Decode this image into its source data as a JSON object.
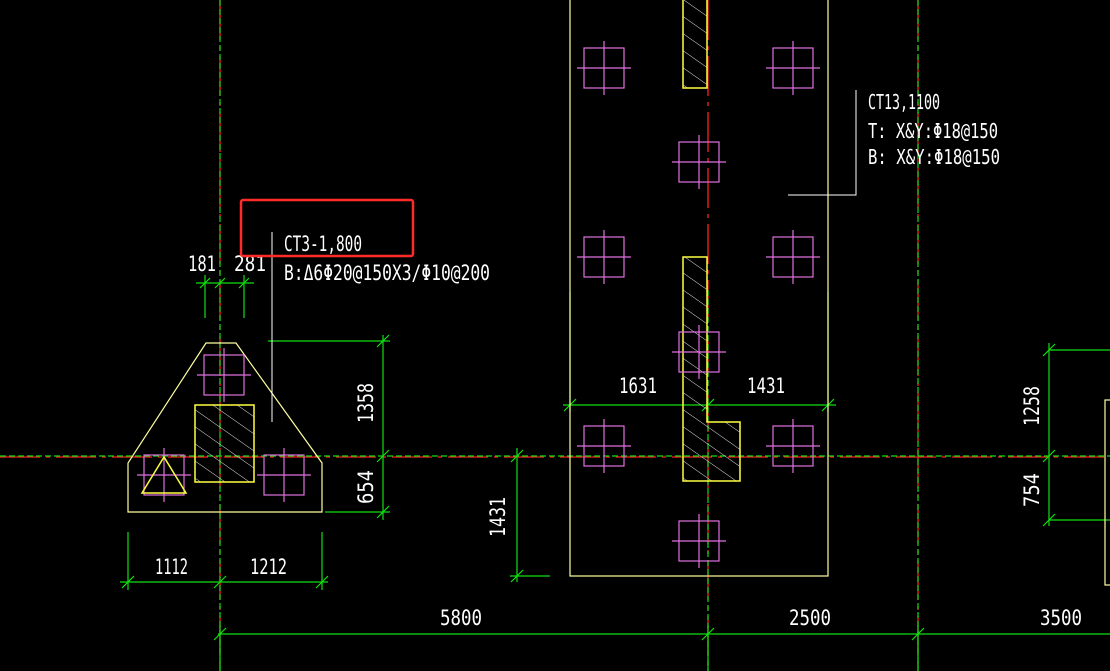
{
  "colors": {
    "background": "#000000",
    "axis": "#ff2020",
    "dimension": "#10e010",
    "pile_cap": "#ffffa0",
    "column": "#ffff40",
    "pile": "#e070e0",
    "text": "#ffffff",
    "highlight": "#ff2a2a"
  },
  "icons": {
    "pile": "pile-cross-icon",
    "column": "column-hatch-icon",
    "triangle": "triangle-marker-icon"
  },
  "left_cap": {
    "title": "CT3-1,800",
    "rebar": "B:Δ6Φ20@150X3/Φ10@200",
    "dim_top_left": "181",
    "dim_top_right": "281",
    "dim_height_top": "1358",
    "dim_height_bottom": "654",
    "dim_width_left": "1112",
    "dim_width_right": "1212"
  },
  "right_cap": {
    "title": "CT13,1100",
    "top_rebar": "T: X&Y:Φ18@150",
    "bottom_rebar": "B: X&Y:Φ18@150",
    "dim_left": "1631",
    "dim_right": "1431",
    "dim_height": "1431"
  },
  "far_right": {
    "dim_top": "1258",
    "dim_bottom": "754"
  },
  "axis_spacing": {
    "span1": "5800",
    "span2": "2500",
    "span3": "3500"
  }
}
